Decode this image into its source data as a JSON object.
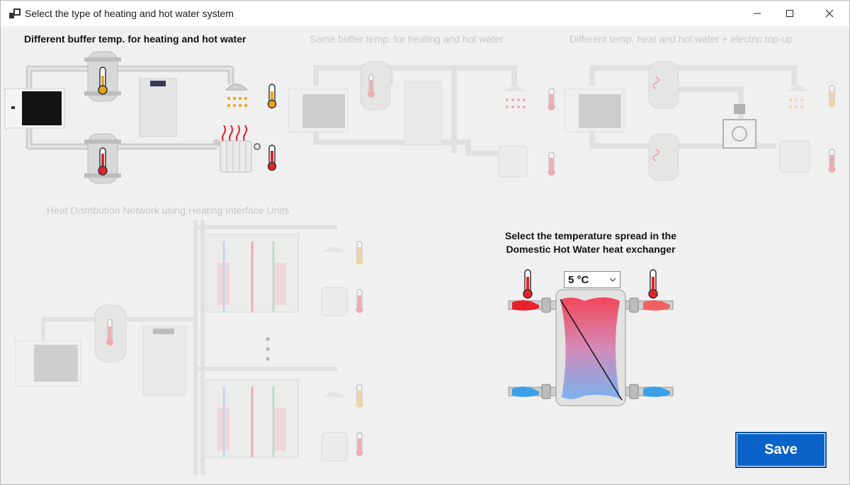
{
  "window": {
    "title": "Select the type of heating and hot water system"
  },
  "options": [
    {
      "label": "Different buffer temp. for heating and hot water",
      "selected": true
    },
    {
      "label": "Same buffer temp. for heating and hot water",
      "selected": false
    },
    {
      "label": "Different temp. heat and hot water + electric top-up",
      "selected": false
    },
    {
      "label": "Heat Distribution Network using Heating Interface Units",
      "selected": false
    }
  ],
  "spread": {
    "title_line1": "Select the temperature spread in the",
    "title_line2": "Domestic Hot Water heat exchanger",
    "value": "5 °C"
  },
  "save_label": "Save",
  "colors": {
    "accent": "#0a63c9",
    "hot": "#e8222d",
    "cold": "#3aa0e8",
    "pipe": "#cfcfcf"
  }
}
